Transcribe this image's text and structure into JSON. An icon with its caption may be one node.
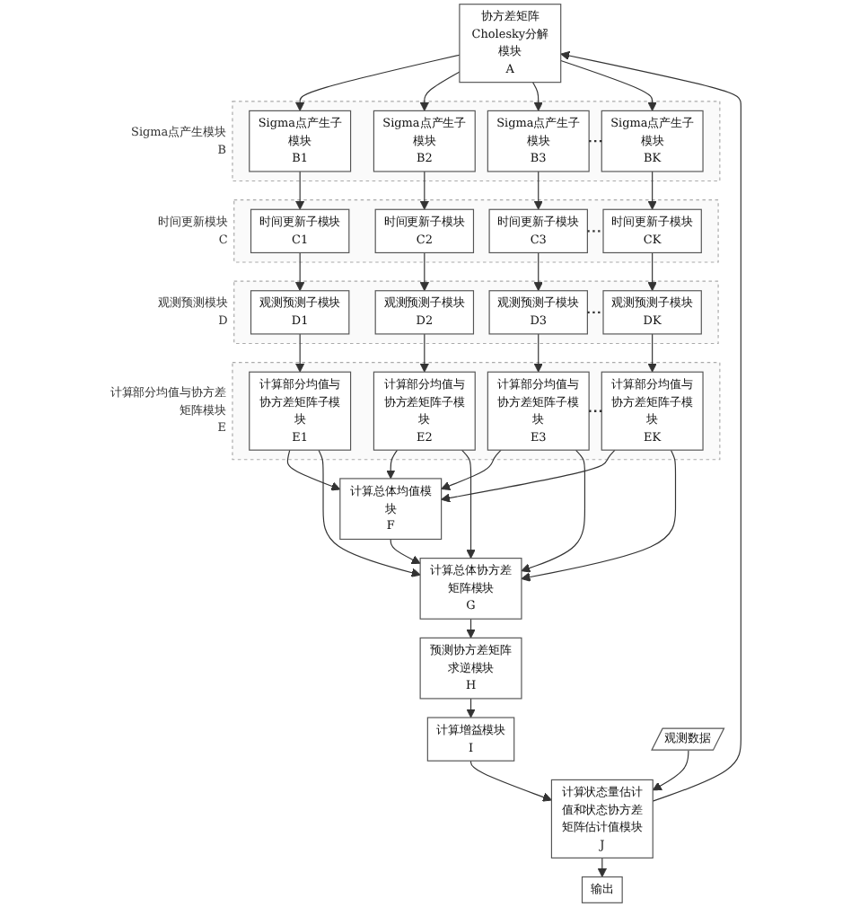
{
  "diagram": {
    "nodes": [
      {
        "text": [
          "协方差矩阵Cholesky分解模块",
          "A"
        ]
      },
      {
        "text": [
          "Sigma点产生模块",
          "B"
        ]
      },
      {
        "text": [
          "Sigma点产生子模块",
          "B1"
        ],
        "in": 1
      },
      {
        "text": [
          "Sigma点产生子模块",
          "B2"
        ],
        "in": 1
      },
      {
        "text": [
          "Sigma点产生子模块",
          "B3"
        ],
        "in": 1
      },
      {
        "text": [
          "Sigma点产生子模块",
          "BK"
        ],
        "in": 1
      },
      {
        "text": [
          "时间更新模块",
          "C"
        ]
      },
      {
        "text": [
          "时间更新子模块",
          "C1"
        ],
        "in": 6
      },
      {
        "text": [
          "时间更新子模块",
          "C2"
        ],
        "in": 6
      },
      {
        "text": [
          "时间更新子模块",
          "C3"
        ],
        "in": 6
      },
      {
        "text": [
          "时间更新子模块",
          "CK"
        ],
        "in": 6
      },
      {
        "text": [
          "观测预测模块",
          "D"
        ]
      },
      {
        "text": [
          "观测预测子模块",
          "D1"
        ],
        "in": 11
      },
      {
        "text": [
          "观测预测子模块",
          "D2"
        ],
        "in": 11
      },
      {
        "text": [
          "观测预测子模块",
          "D3"
        ],
        "in": 11
      },
      {
        "text": [
          "观测预测子模块",
          "DK"
        ],
        "in": 11
      },
      {
        "text": [
          "计算部分均值与协方差矩阵模块",
          "E"
        ]
      },
      {
        "text": [
          "计算部分均值与协方差矩阵子模块",
          "E1"
        ],
        "in": 16
      },
      {
        "text": [
          "计算部分均值与协方差矩阵子模块",
          "E2"
        ],
        "in": 16
      },
      {
        "text": [
          "计算部分均值与协方差矩阵子模块",
          "E3"
        ],
        "in": 16
      },
      {
        "text": [
          "计算部分均值与协方差矩阵子模块",
          "EK"
        ],
        "in": 16
      },
      {
        "text": [
          "计算总体均值模块",
          "F"
        ]
      },
      {
        "text": [
          "计算总体协方差矩阵模块",
          "G"
        ]
      },
      {
        "text": [
          "预测协方差矩阵求逆模块",
          "H"
        ]
      },
      {
        "text": [
          "计算增益模块",
          "I"
        ]
      },
      {
        "text": [
          "观测数据"
        ]
      },
      {
        "text": [
          "计算状态量估计值和状态协方差矩阵估计值模块",
          "J"
        ]
      },
      {
        "text": [
          "输出"
        ]
      }
    ],
    "edges": [
      {
        "from": 0,
        "to": 2,
        "arrow": "to"
      },
      {
        "from": 0,
        "to": 3,
        "arrow": "to"
      },
      {
        "from": 0,
        "to": 4,
        "arrow": "to"
      },
      {
        "from": 0,
        "to": 5,
        "arrow": "to"
      },
      {
        "from": 4,
        "to": 5,
        "arrow": "none",
        "style": "dashed"
      },
      {
        "from": 2,
        "to": 7,
        "arrow": "to"
      },
      {
        "from": 3,
        "to": 8,
        "arrow": "to"
      },
      {
        "from": 4,
        "to": 9,
        "arrow": "to"
      },
      {
        "from": 5,
        "to": 10,
        "arrow": "to"
      },
      {
        "from": 9,
        "to": 10,
        "arrow": "none",
        "style": "dashed"
      },
      {
        "from": 7,
        "to": 12,
        "arrow": "to"
      },
      {
        "from": 8,
        "to": 13,
        "arrow": "to"
      },
      {
        "from": 9,
        "to": 14,
        "arrow": "to"
      },
      {
        "from": 10,
        "to": 15,
        "arrow": "to"
      },
      {
        "from": 14,
        "to": 15,
        "arrow": "none",
        "style": "dashed"
      },
      {
        "from": 12,
        "to": 17,
        "arrow": "to"
      },
      {
        "from": 13,
        "to": 18,
        "arrow": "to"
      },
      {
        "from": 14,
        "to": 19,
        "arrow": "to"
      },
      {
        "from": 15,
        "to": 20,
        "arrow": "to"
      },
      {
        "from": 19,
        "to": 20,
        "arrow": "none",
        "style": "dashed"
      },
      {
        "from": 17,
        "to": 21,
        "arrow": "to"
      },
      {
        "from": 18,
        "to": 21,
        "arrow": "to"
      },
      {
        "from": 19,
        "to": 21,
        "arrow": "to"
      },
      {
        "from": 20,
        "to": 21,
        "arrow": "to"
      },
      {
        "from": 17,
        "to": 22,
        "arrow": "to"
      },
      {
        "from": 18,
        "to": 22,
        "arrow": "to"
      },
      {
        "from": 19,
        "to": 22,
        "arrow": "to"
      },
      {
        "from": 20,
        "to": 22,
        "arrow": "to"
      },
      {
        "from": 21,
        "to": 22,
        "arrow": "to"
      },
      {
        "from": 22,
        "to": 23,
        "arrow": "to"
      },
      {
        "from": 23,
        "to": 24,
        "arrow": "to"
      },
      {
        "from": 24,
        "to": 26,
        "arrow": "to"
      },
      {
        "from": 25,
        "to": 26,
        "arrow": "to"
      },
      {
        "from": 26,
        "to": 27,
        "arrow": "to"
      },
      {
        "from": 26,
        "to": 0,
        "arrow": "to"
      }
    ]
  }
}
